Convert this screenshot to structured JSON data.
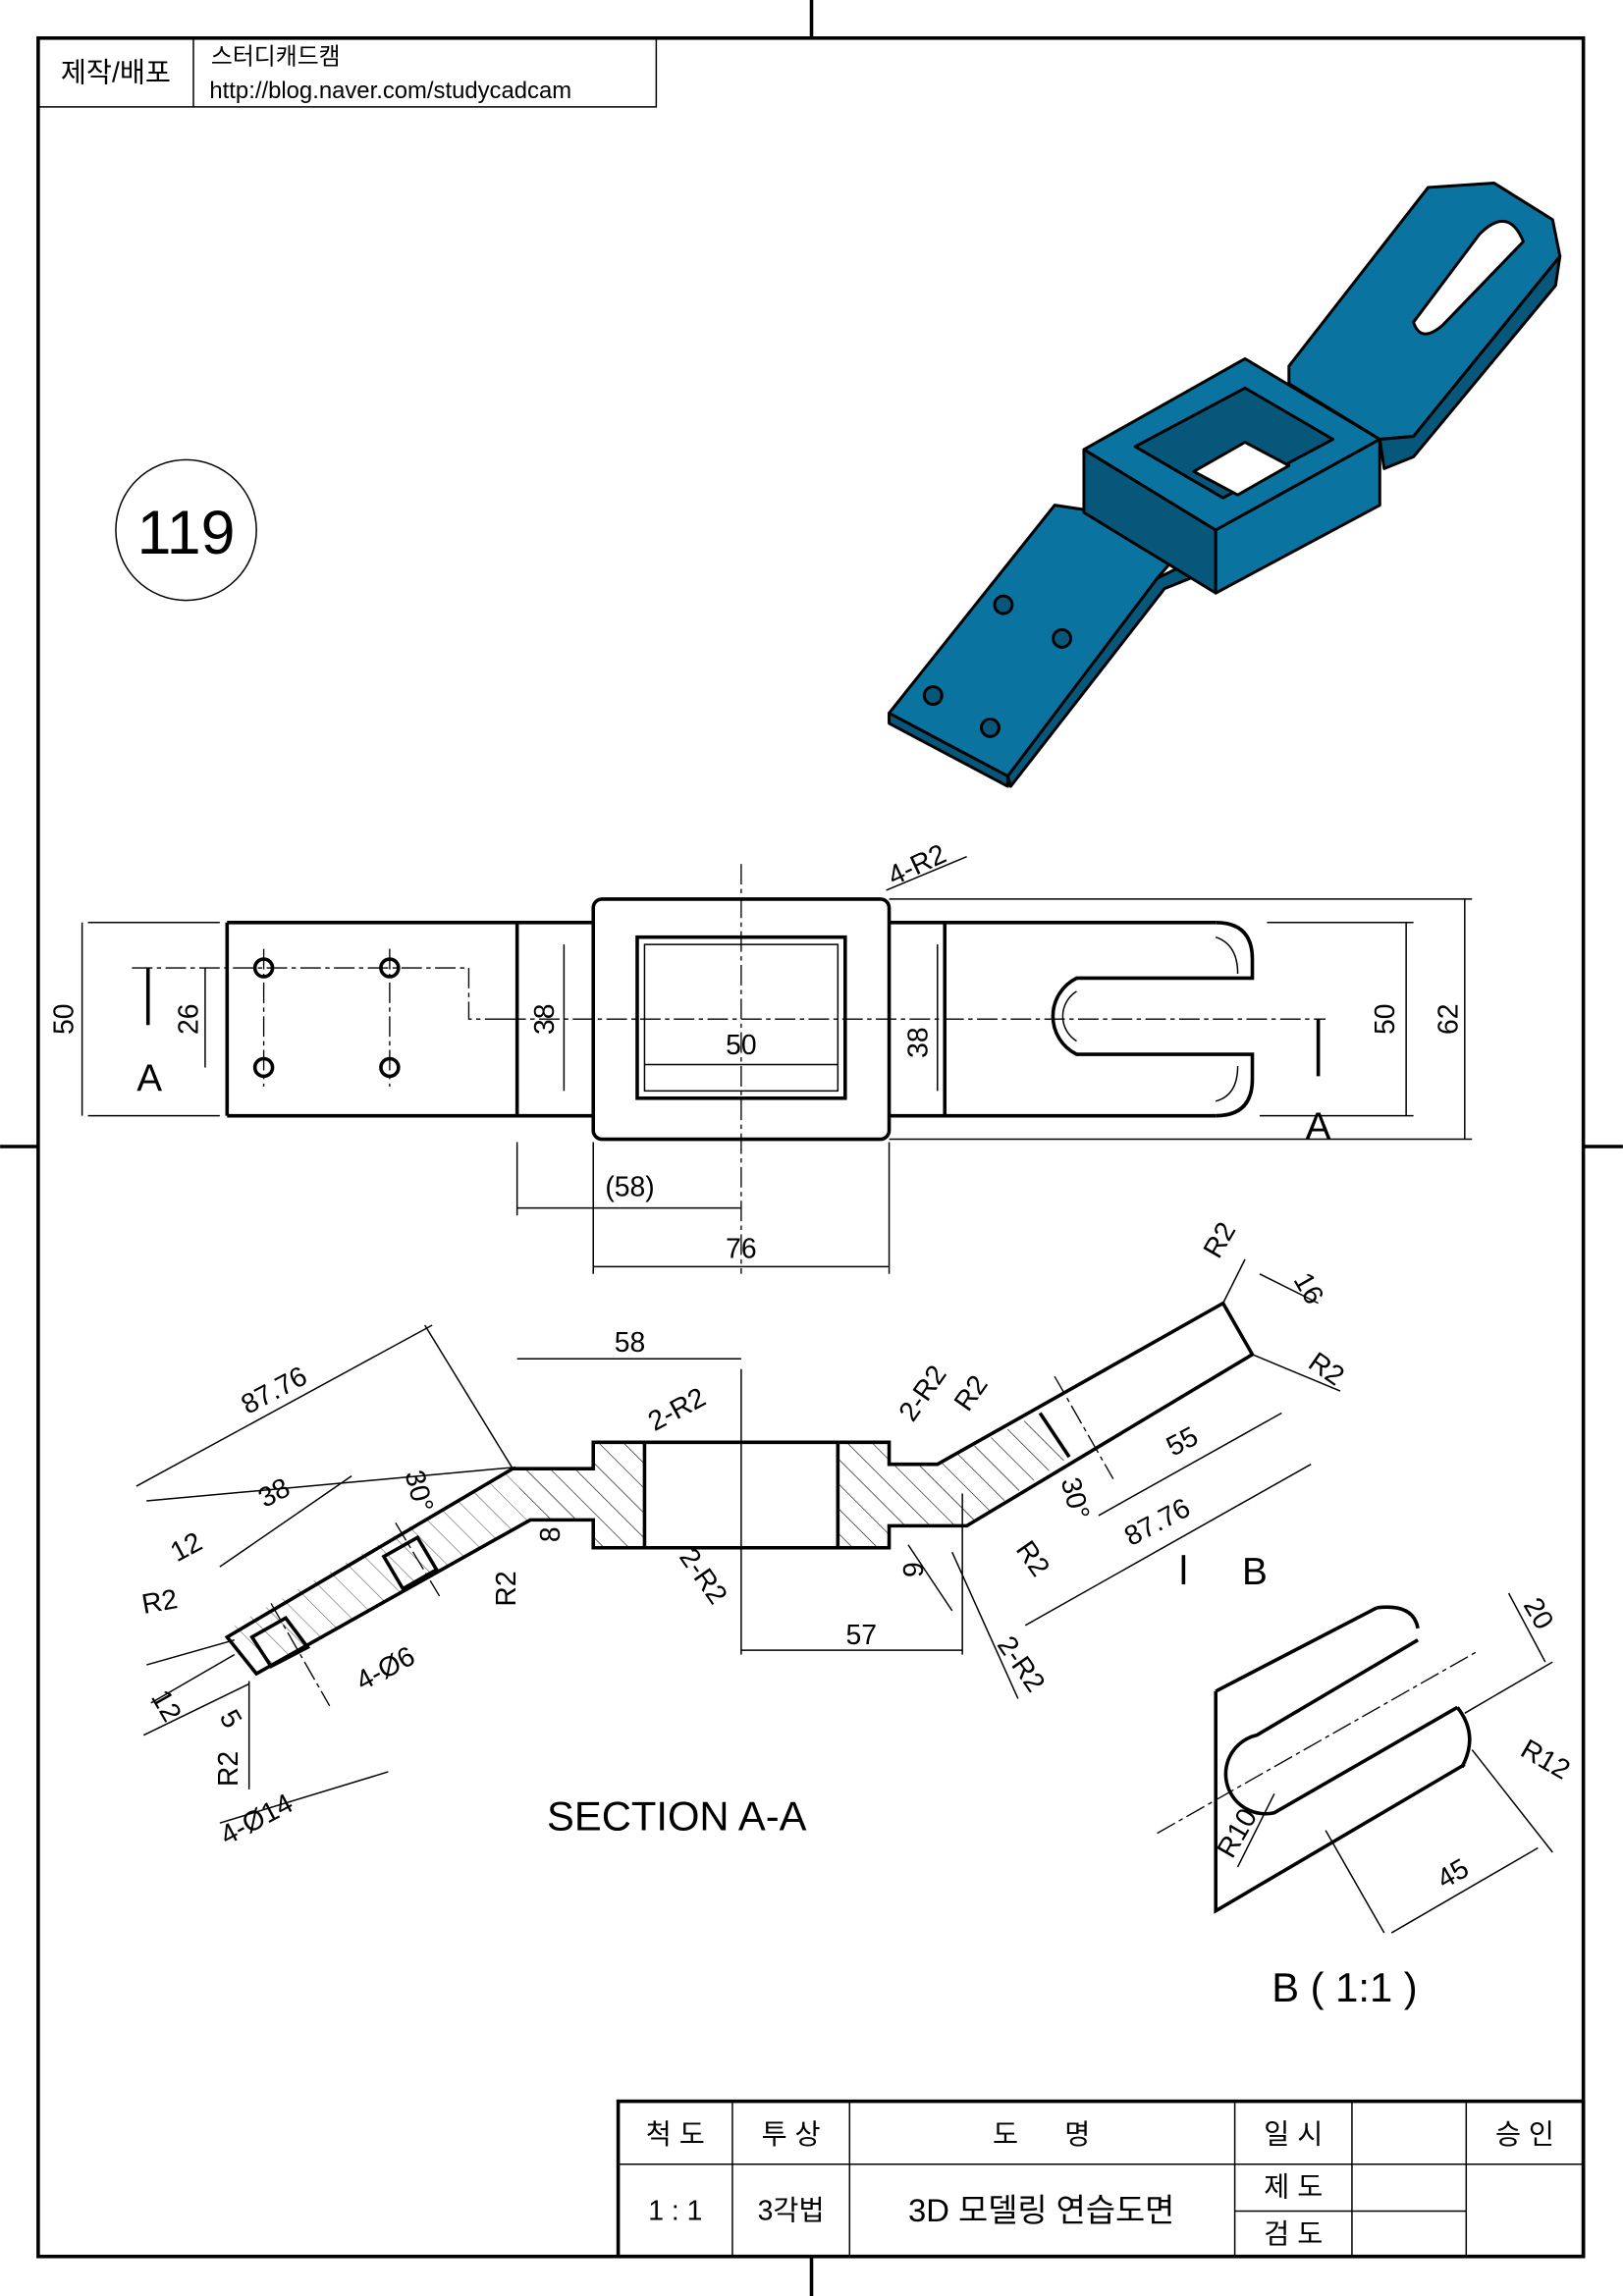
{
  "header": {
    "label": "제작/배포",
    "author": "스터디캐드캠",
    "url": "http://blog.naver.com/studycadcam"
  },
  "drawing_number": "119",
  "colors": {
    "model_blue": "#0b73a0",
    "model_dark": "#06577a",
    "line": "#000000"
  },
  "top_view": {
    "dims": {
      "d50_left": "50",
      "d26": "26",
      "d38_left": "38",
      "d50_inner": "50",
      "d38_right": "38",
      "d50_right": "50",
      "d62": "62",
      "d58": "(58)",
      "d76": "76",
      "r4": "4-R2"
    },
    "section_label_left": "A",
    "section_label_right": "A"
  },
  "section_view": {
    "title": "SECTION A-A",
    "dims": [
      "87.76",
      "38",
      "12",
      "30°",
      "58",
      "2-R2",
      "8",
      "R2",
      "2-R2",
      "57",
      "R2",
      "12",
      "5",
      "R2",
      "4-Ø14",
      "4-Ø6",
      "2-R2",
      "R2",
      "R2",
      "16",
      "R2",
      "55",
      "87.76",
      "30°",
      "9",
      "R2",
      "2-R2"
    ],
    "view_arrow": "B"
  },
  "detail_view": {
    "title": "B ( 1:1 )",
    "dims": {
      "d20": "20",
      "r12": "R12",
      "r10": "R10",
      "d45": "45"
    }
  },
  "title_block": {
    "scale_label": "척 도",
    "scale_value": "1 : 1",
    "projection_label": "투 상",
    "projection_value": "3각법",
    "name_label": "도      명",
    "name_value": "3D 모델링 연습도면",
    "date_label": "일 시",
    "drafted_label": "제 도",
    "checked_label": "검 도",
    "approval_label": "승 인"
  }
}
